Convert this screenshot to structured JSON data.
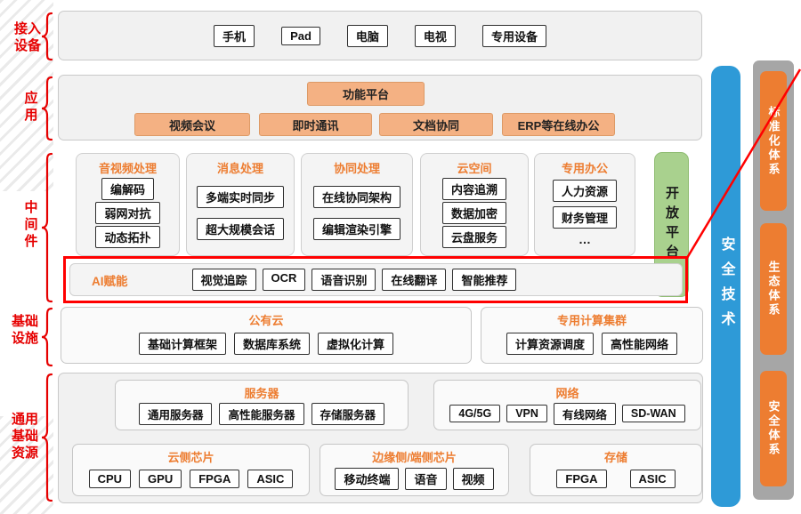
{
  "left_labels": {
    "access": "接入\n设备",
    "app": "应\n用",
    "middleware": "中\n间\n件",
    "infra": "基础\n设施",
    "resources": "通用\n基础\n资源"
  },
  "access": {
    "items": [
      "手机",
      "Pad",
      "电脑",
      "电视",
      "专用设备"
    ]
  },
  "app": {
    "platform": "功能平台",
    "items": [
      "视频会议",
      "即时通讯",
      "文档协同",
      "ERP等在线办公"
    ]
  },
  "middleware": {
    "columns": [
      {
        "title": "音视频处理",
        "items": [
          "编解码",
          "弱网对抗",
          "动态拓扑"
        ]
      },
      {
        "title": "消息处理",
        "items": [
          "多端实时同步",
          "超大规模会话"
        ]
      },
      {
        "title": "协同处理",
        "items": [
          "在线协同架构",
          "编辑渲染引擎"
        ]
      },
      {
        "title": "云空间",
        "items": [
          "内容追溯",
          "数据加密",
          "云盘服务"
        ]
      },
      {
        "title": "专用办公",
        "items": [
          "人力资源",
          "财务管理",
          "…"
        ]
      }
    ],
    "open_platform": "开放平台",
    "ai": {
      "label": "AI赋能",
      "items": [
        "视觉追踪",
        "OCR",
        "语音识别",
        "在线翻译",
        "智能推荐"
      ]
    }
  },
  "infra": {
    "groups": [
      {
        "title": "公有云",
        "items": [
          "基础计算框架",
          "数据库系统",
          "虚拟化计算"
        ]
      },
      {
        "title": "专用计算集群",
        "items": [
          "计算资源调度",
          "高性能网络"
        ]
      }
    ]
  },
  "resources": {
    "row1": [
      {
        "title": "服务器",
        "items": [
          "通用服务器",
          "高性能服务器",
          "存储服务器"
        ]
      },
      {
        "title": "网络",
        "items": [
          "4G/5G",
          "VPN",
          "有线网络",
          "SD-WAN"
        ]
      }
    ],
    "row2": [
      {
        "title": "云侧芯片",
        "items": [
          "CPU",
          "GPU",
          "FPGA",
          "ASIC"
        ]
      },
      {
        "title": "边缘侧/端侧芯片",
        "items": [
          "移动终端",
          "语音",
          "视频"
        ]
      },
      {
        "title": "存储",
        "items": [
          "FPGA",
          "ASIC"
        ]
      }
    ]
  },
  "right_bars": {
    "security": "安全技术",
    "systems": [
      "标准化体系",
      "生态体系",
      "安全体系"
    ]
  },
  "colors": {
    "accent_orange": "#ed7d31",
    "box_orange": "#f4b183",
    "green": "#a9d18e",
    "blue": "#2e9ad7",
    "gray": "#a6a6a6",
    "highlight_red": "#ff0000",
    "label_red": "#e60000"
  }
}
